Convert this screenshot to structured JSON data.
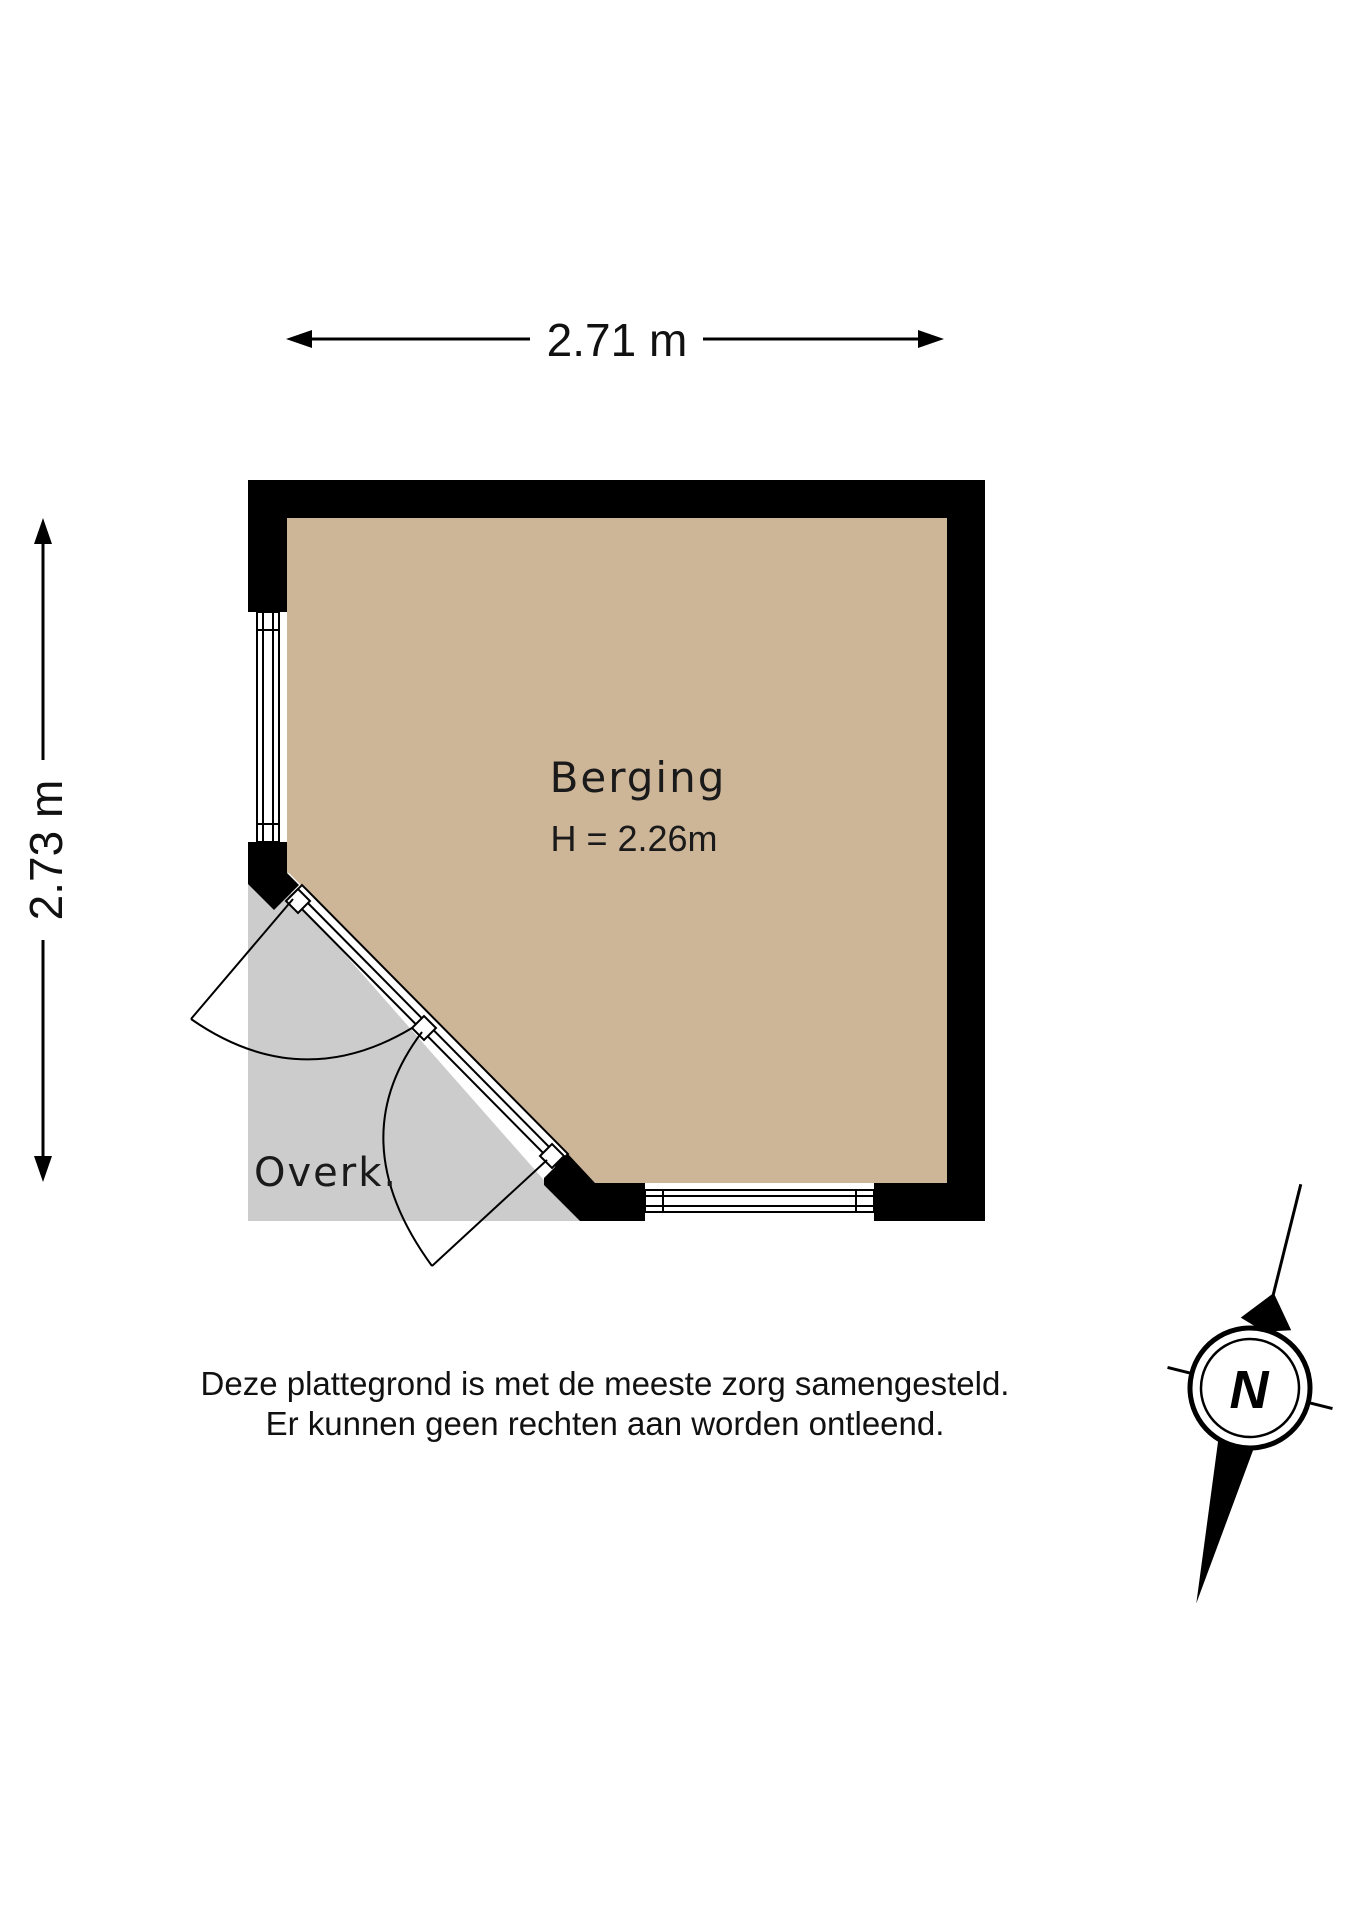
{
  "dimensions": {
    "width_label": "2.71 m",
    "height_label": "2.73 m"
  },
  "rooms": [
    {
      "name": "Berging",
      "height_label": "H = 2.26m"
    },
    {
      "name": "Overk."
    }
  ],
  "compass": {
    "label": "N"
  },
  "disclaimer": {
    "line1": "Deze plattegrond is met de meeste zorg samengesteld.",
    "line2": "Er kunnen geen rechten aan worden ontleend."
  },
  "colors": {
    "room_fill": "#CDB598",
    "overhang_fill": "#CCCCCC",
    "wall": "#000000"
  }
}
